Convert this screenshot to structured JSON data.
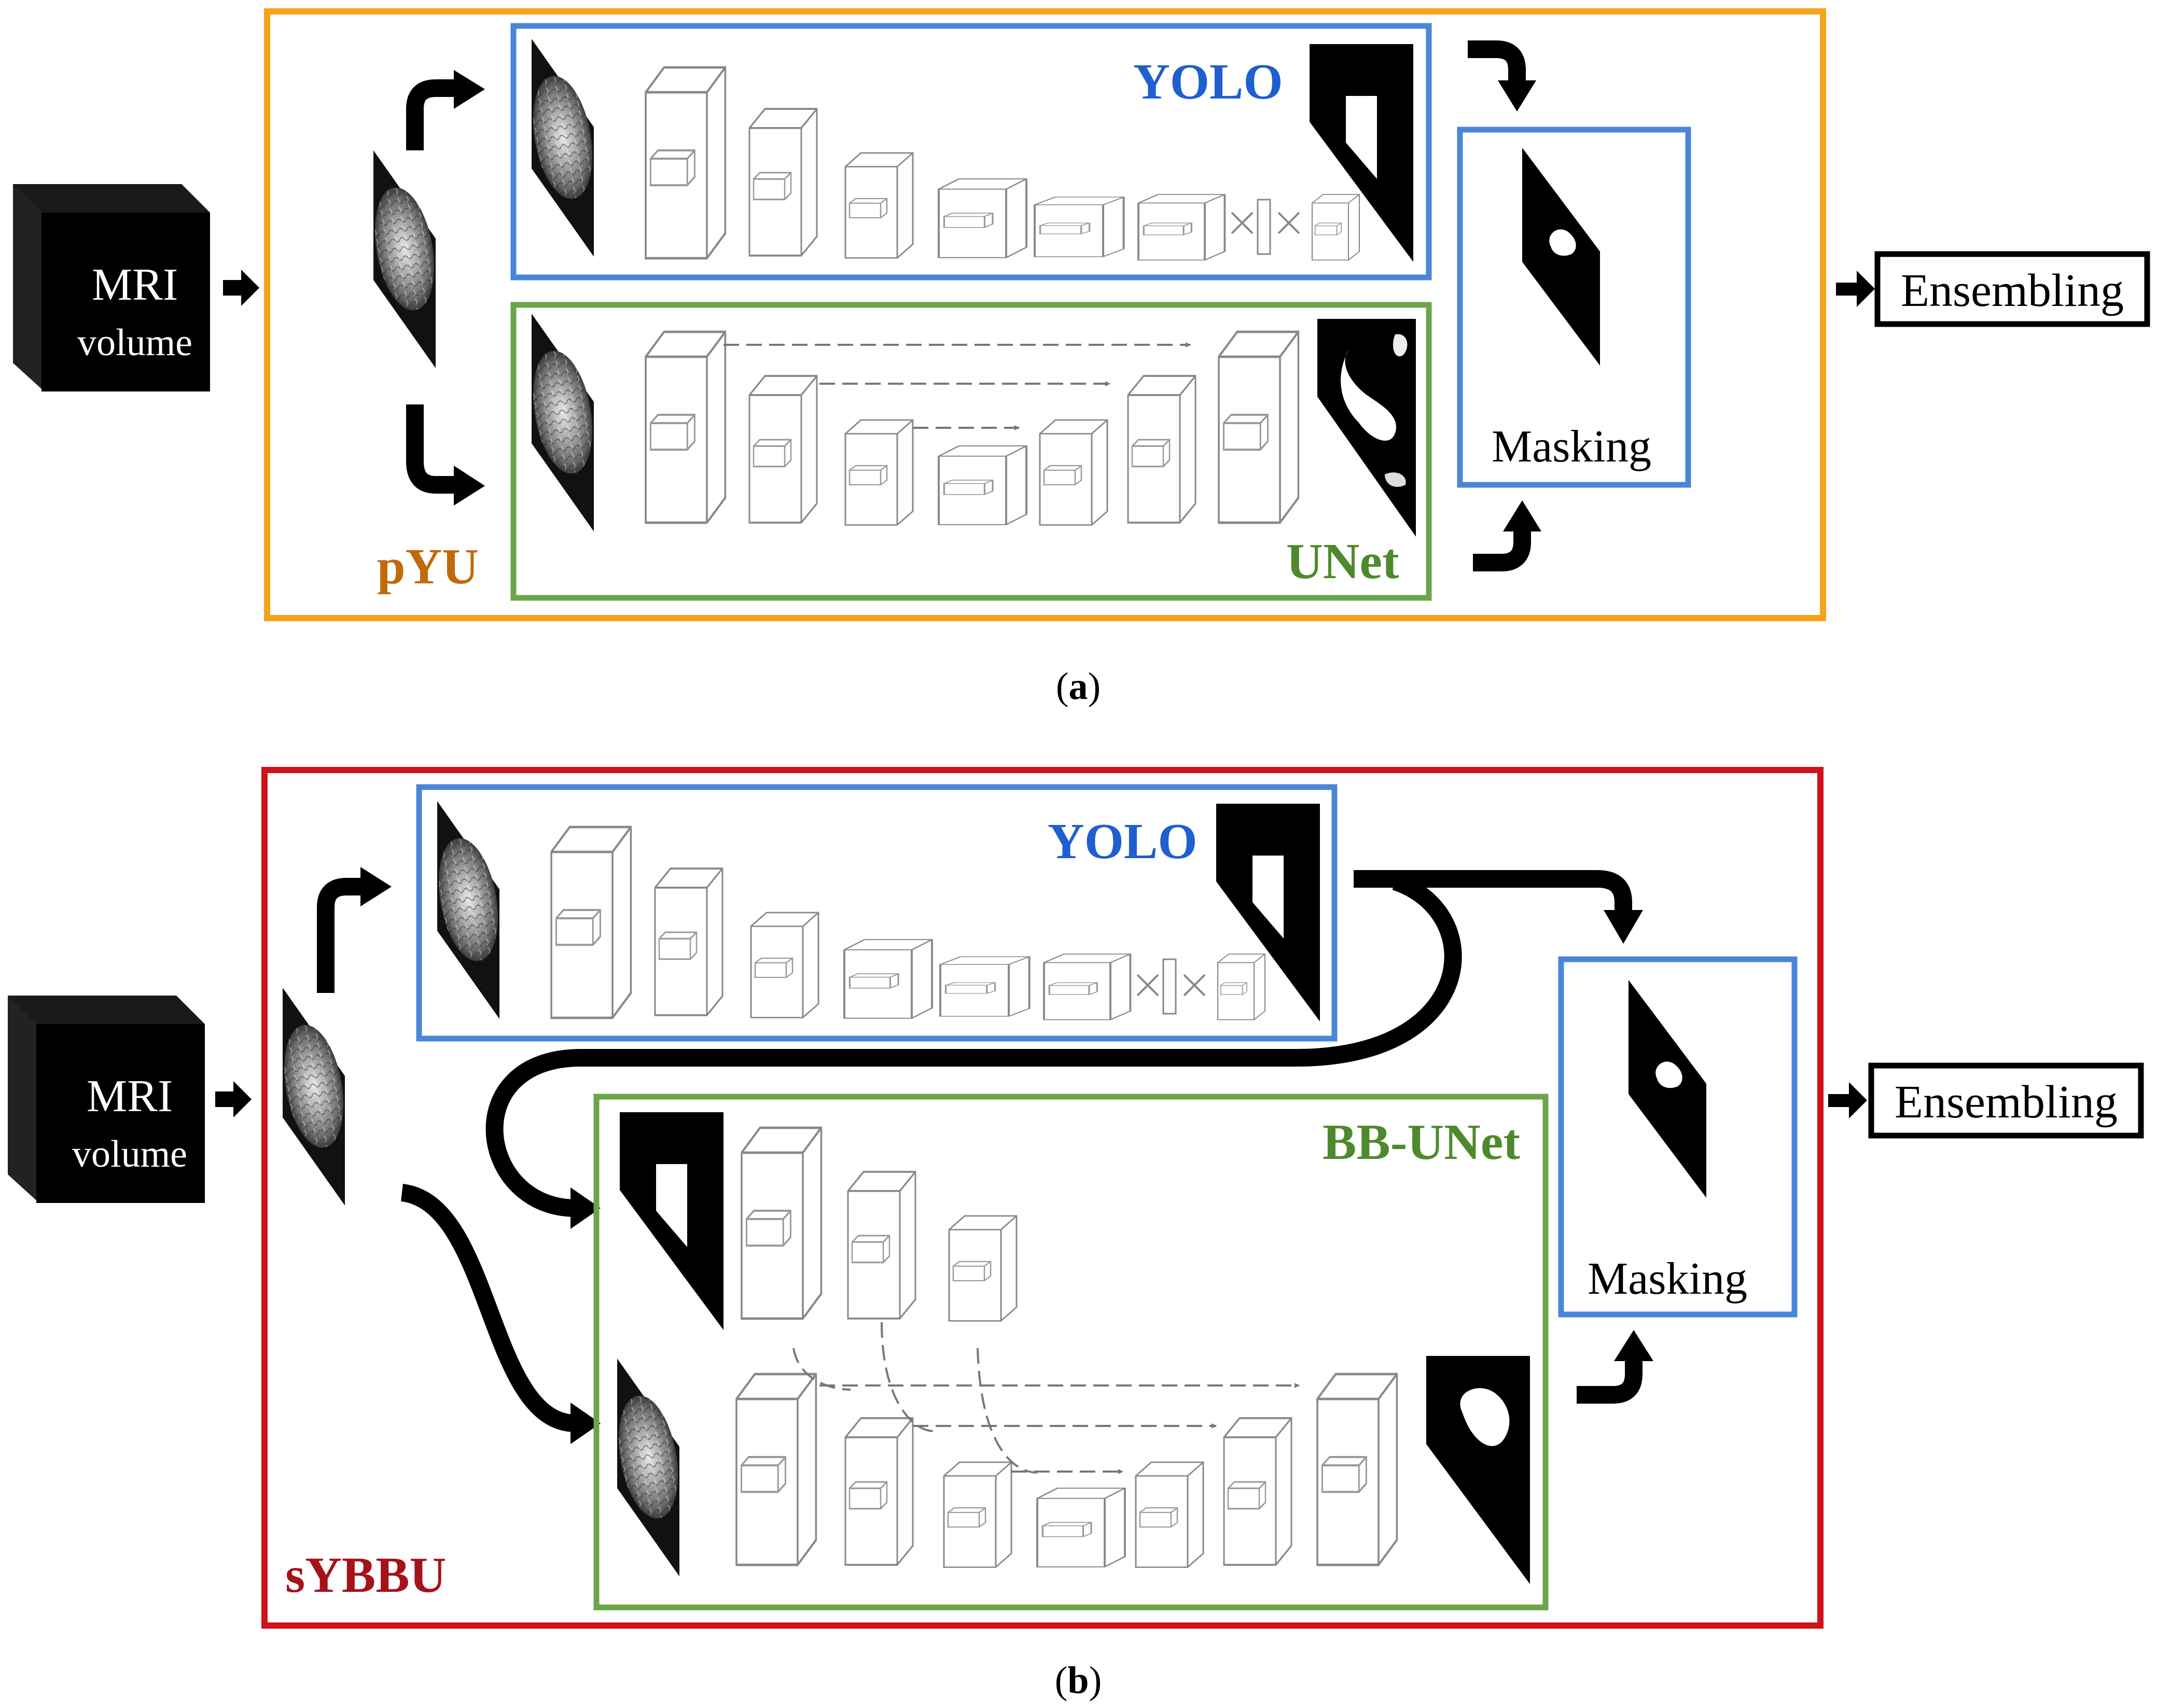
{
  "panel_a": {
    "input_label_line1": "MRI",
    "input_label_line2": "volume",
    "frame_label": "pYU",
    "detector_label": "YOLO",
    "segmenter_label": "UNet",
    "masking_label": "Masking",
    "output_label": "Ensembling",
    "caption": "(a)"
  },
  "panel_b": {
    "input_label_line1": "MRI",
    "input_label_line2": "volume",
    "frame_label": "sYBBU",
    "detector_label": "YOLO",
    "segmenter_label": "BB-UNet",
    "masking_label": "Masking",
    "output_label": "Ensembling",
    "caption": "(b)"
  },
  "colors": {
    "pyu_frame": "#f5a31a",
    "pyu_label": "#c06a0c",
    "sybbu_frame": "#d0121b",
    "sybbu_label": "#a5121a",
    "yolo_frame": "#4a86d8",
    "yolo_label": "#1f5fcf",
    "unet_frame": "#6aa54a",
    "unet_label": "#4e8a2c"
  },
  "icons": [
    "mri-cube-icon",
    "mri-slice-icon",
    "bounding-box-mask-icon",
    "tumor-mask-icon",
    "network-layer-block-icon",
    "flow-arrow-icon"
  ]
}
